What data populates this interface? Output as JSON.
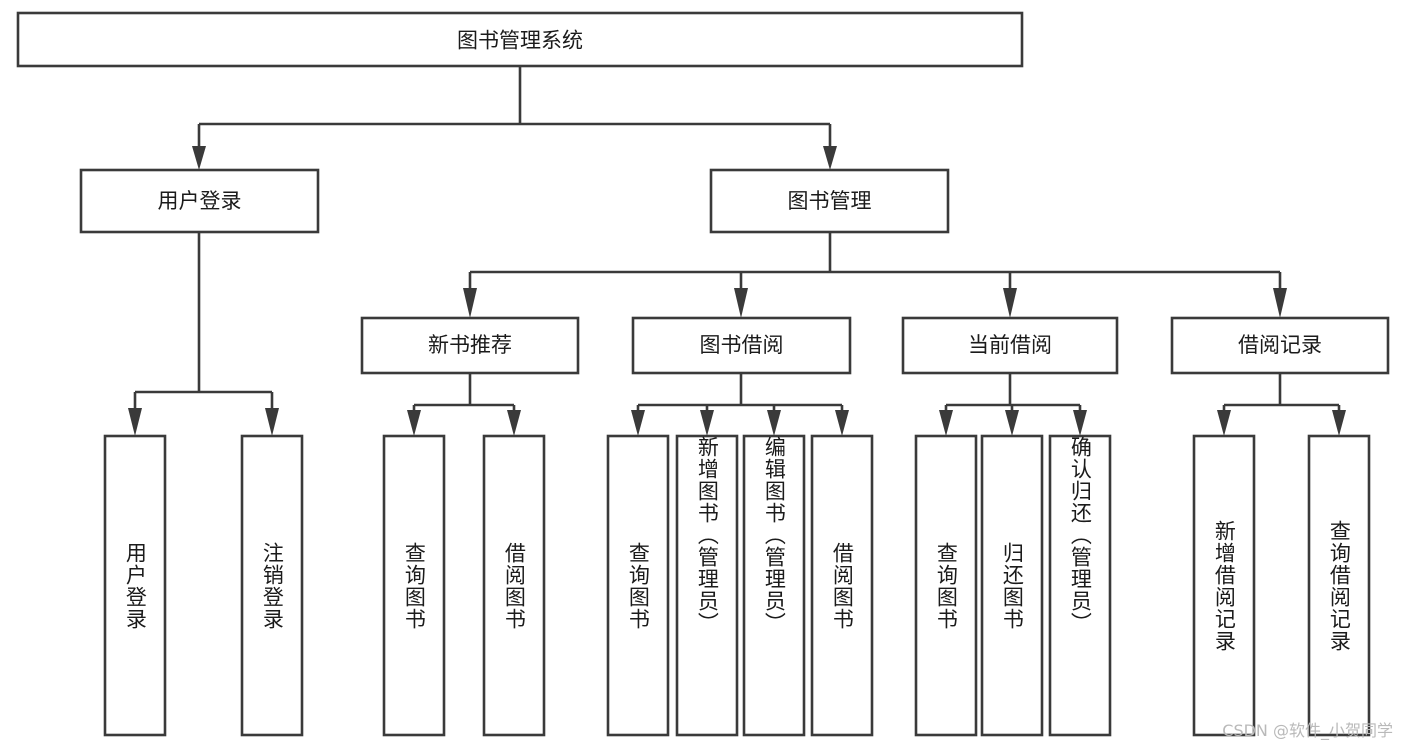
{
  "diagram": {
    "type": "tree",
    "title": "图书管理系统",
    "orientation": "top-down",
    "colors": {
      "box_stroke": "#3a3a3a",
      "box_fill": "#ffffff",
      "connector": "#3a3a3a",
      "text": "#1b1b1b",
      "background": "#ffffff",
      "watermark": "#b9b9b9"
    },
    "root": {
      "id": "root",
      "label": "图书管理系统",
      "orientation": "horizontal"
    },
    "level1": [
      {
        "id": "user-login",
        "label": "用户登录",
        "orientation": "horizontal"
      },
      {
        "id": "book-manage",
        "label": "图书管理",
        "orientation": "horizontal"
      }
    ],
    "level2": [
      {
        "id": "new-book-recommend",
        "label": "新书推荐",
        "parent": "book-manage",
        "orientation": "horizontal"
      },
      {
        "id": "book-borrow",
        "label": "图书借阅",
        "parent": "book-manage",
        "orientation": "horizontal"
      },
      {
        "id": "current-borrow",
        "label": "当前借阅",
        "parent": "book-manage",
        "orientation": "horizontal"
      },
      {
        "id": "borrow-record",
        "label": "借阅记录",
        "parent": "book-manage",
        "orientation": "horizontal"
      }
    ],
    "leaves": [
      {
        "id": "leaf-user-login",
        "label": "用户登录",
        "parent": "user-login",
        "orientation": "vertical"
      },
      {
        "id": "leaf-logout-login",
        "label": "注销登录",
        "parent": "user-login",
        "orientation": "vertical"
      },
      {
        "id": "leaf-query-book-1",
        "label": "查询图书",
        "parent": "new-book-recommend",
        "orientation": "vertical"
      },
      {
        "id": "leaf-borrow-book-1",
        "label": "借阅图书",
        "parent": "new-book-recommend",
        "orientation": "vertical"
      },
      {
        "id": "leaf-query-book-2",
        "label": "查询图书",
        "parent": "book-borrow",
        "orientation": "vertical"
      },
      {
        "id": "leaf-add-book-admin",
        "label": "新增图书（管理员）",
        "parent": "book-borrow",
        "orientation": "vertical"
      },
      {
        "id": "leaf-edit-book-admin",
        "label": "编辑图书（管理员）",
        "parent": "book-borrow",
        "orientation": "vertical"
      },
      {
        "id": "leaf-borrow-book-2",
        "label": "借阅图书",
        "parent": "book-borrow",
        "orientation": "vertical"
      },
      {
        "id": "leaf-query-book-3",
        "label": "查询图书",
        "parent": "current-borrow",
        "orientation": "vertical"
      },
      {
        "id": "leaf-return-book",
        "label": "归还图书",
        "parent": "current-borrow",
        "orientation": "vertical"
      },
      {
        "id": "leaf-confirm-return-admin",
        "label": "确认归还（管理员）",
        "parent": "current-borrow",
        "orientation": "vertical"
      },
      {
        "id": "leaf-add-borrow-record",
        "label": "新增借阅记录",
        "parent": "borrow-record",
        "orientation": "vertical"
      },
      {
        "id": "leaf-query-borrow-record",
        "label": "查询借阅记录",
        "parent": "borrow-record",
        "orientation": "vertical"
      }
    ]
  },
  "watermark": {
    "text": "CSDN @软件_小贺同学"
  }
}
